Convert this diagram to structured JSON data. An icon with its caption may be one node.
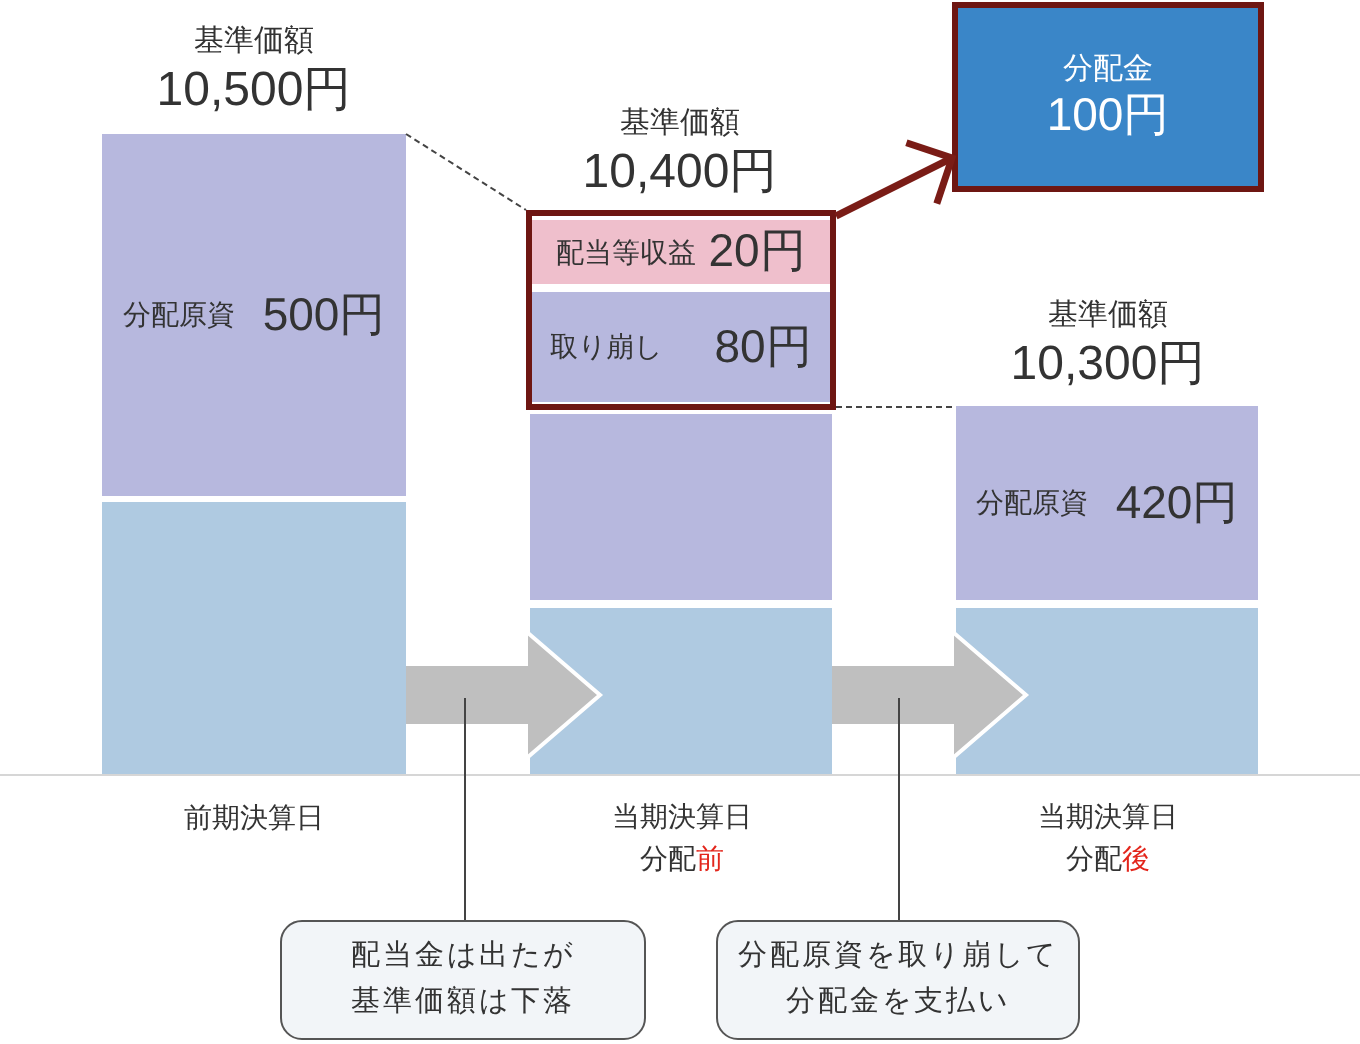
{
  "diagram": {
    "nodes": [
      {
        "text": [
          "分配原資",
          "500円"
        ],
        "beside": [
          "基準価額",
          "10,500円"
        ]
      },
      {
        "text": [],
        "shape": "bar",
        "beside": [
          "前期決算日"
        ]
      },
      {
        "text": [],
        "shape": "box",
        "beside": [
          "基準価額",
          "10,400円"
        ]
      },
      {
        "text": [
          "配当等収益",
          "20円"
        ],
        "in": 2
      },
      {
        "text": [
          "取り崩し",
          "80円"
        ],
        "in": 2
      },
      {
        "text": [],
        "shape": "bar"
      },
      {
        "text": [],
        "shape": "bar",
        "beside": [
          "当期決算日分配**前**"
        ]
      },
      {
        "text": [
          "分配金",
          "100円"
        ]
      },
      {
        "text": [
          "分配原資",
          "420円"
        ],
        "beside": [
          "基準価額",
          "10,300円"
        ]
      },
      {
        "text": [],
        "shape": "bar",
        "beside": [
          "当期決算日分配**後**"
        ]
      },
      {
        "text": [
          "配当金は出たが基準価額は下落"
        ]
      },
      {
        "text": [
          "分配原資を取り崩して分配金を支払い"
        ]
      }
    ],
    "edges": [
      {
        "from": 1,
        "to": 6,
        "arrow": "to",
        "style": "thick",
        "color": "#bfbfbf"
      },
      {
        "from": 6,
        "to": 9,
        "arrow": "to",
        "style": "thick",
        "color": "#bfbfbf"
      },
      {
        "from": 0,
        "to": 2,
        "arrow": "none",
        "style": "dashed"
      },
      {
        "from": 2,
        "to": 8,
        "arrow": "none",
        "style": "dashed"
      },
      {
        "from": 2,
        "to": 7,
        "arrow": "to",
        "style": "thick",
        "color": "#7a1c16"
      },
      {
        "from": 10,
        "to": null,
        "arrow": "none"
      },
      {
        "from": 11,
        "to": null,
        "arrow": "none"
      }
    ]
  }
}
